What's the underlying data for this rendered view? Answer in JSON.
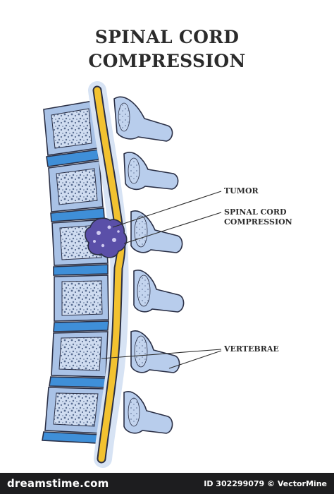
{
  "title": {
    "line1": "SPINAL CORD",
    "line2": "COMPRESSION"
  },
  "labels": {
    "tumor": "TUMOR",
    "compression_line1": "SPINAL CORD",
    "compression_line2": "COMPRESSION",
    "vertebrae": "VERTEBRAE"
  },
  "footer": {
    "logo": "dreamstime.com",
    "id": "ID 302299079 © VectorMine"
  },
  "colors": {
    "vertebra_fill": "#a9c2e6",
    "vertebra_stroke": "#2a2f45",
    "disc": "#3f8fd8",
    "spinal_cord": "#f2c230",
    "tumor": "#5a4fa8",
    "footer_bg": "#1d1d1f"
  },
  "watermark": "dreamstime"
}
